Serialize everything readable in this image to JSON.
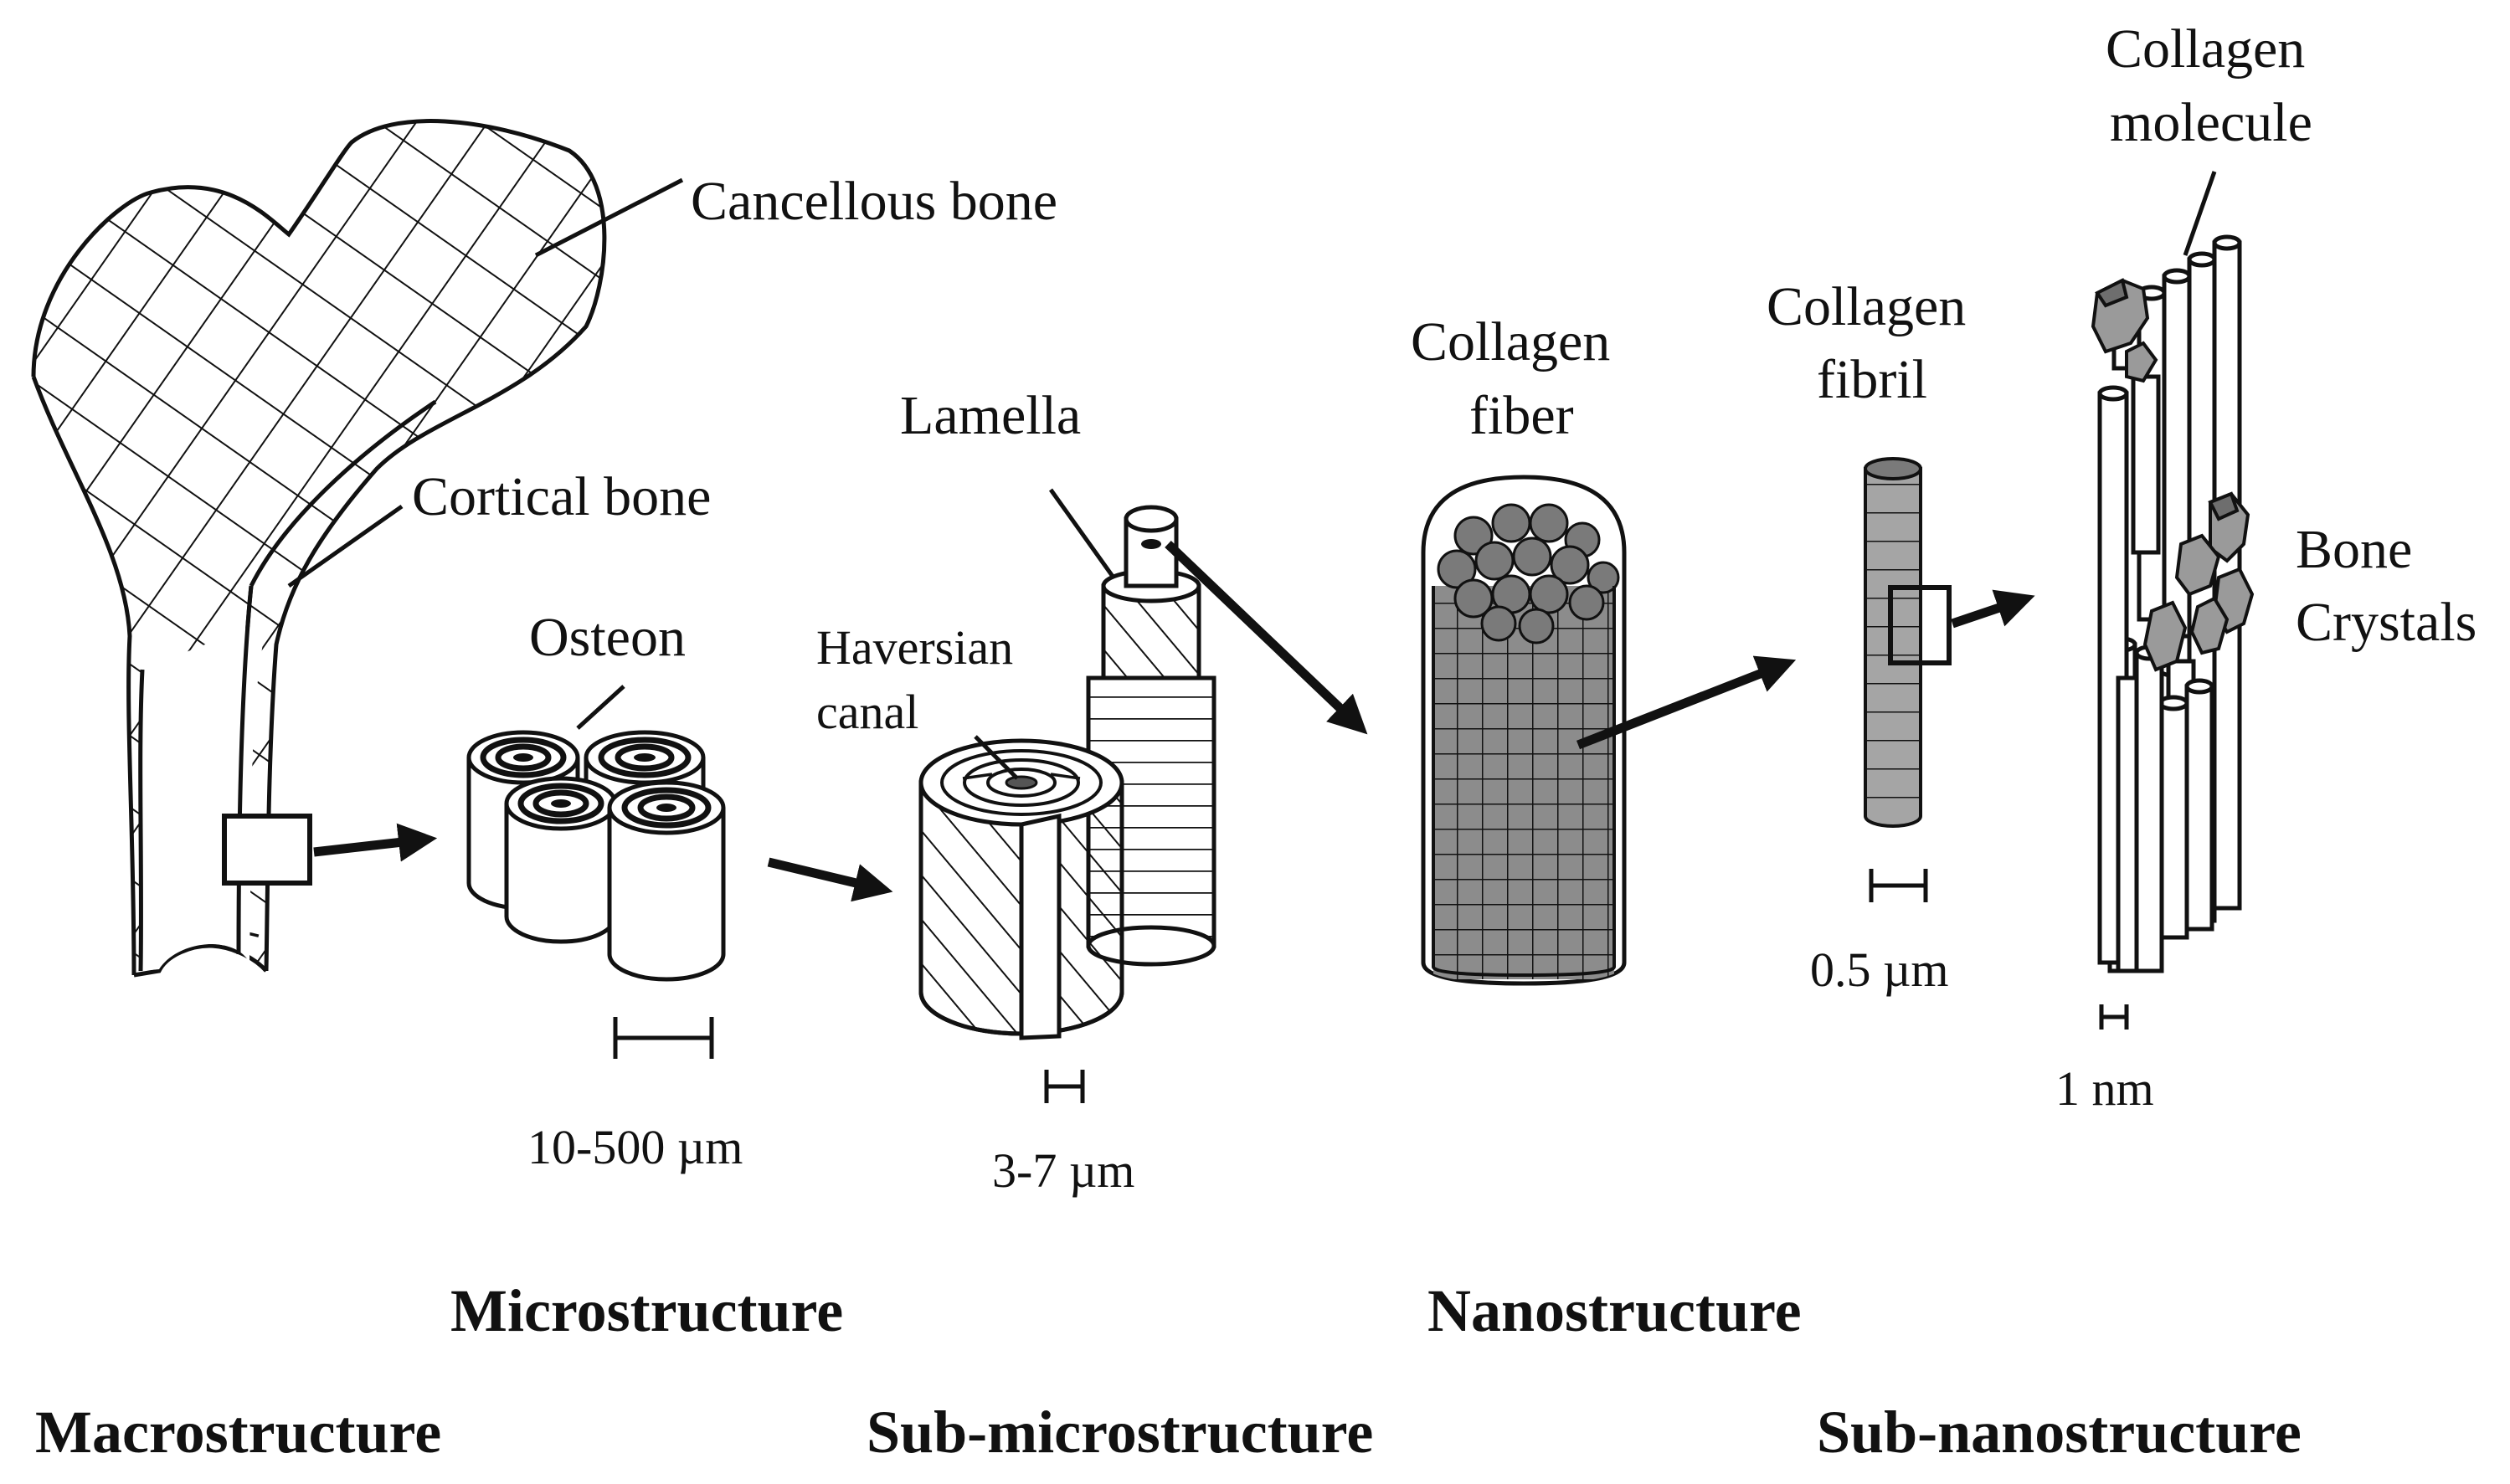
{
  "labels": {
    "cancellous_bone": "Cancellous bone",
    "cortical_bone": "Cortical bone",
    "osteon": "Osteon",
    "haversian_canal_line1": "Haversian",
    "haversian_canal_line2": "canal",
    "lamella": "Lamella",
    "collagen_fiber_line1": "Collagen",
    "collagen_fiber_line2": "fiber",
    "collagen_fibril_line1": "Collagen",
    "collagen_fibril_line2": "fibril",
    "collagen_molecule_line1": "Collagen",
    "collagen_molecule_line2": "molecule",
    "bone_crystals_line1": "Bone",
    "bone_crystals_line2": "Crystals"
  },
  "scale_bars": {
    "osteon": "10-500 µm",
    "lamella": "3-7 µm",
    "fibril": "0.5 µm",
    "molecule": "1 nm"
  },
  "levels": {
    "microstructure": "Microstructure",
    "nanostructure": "Nanostructure",
    "macrostructure": "Macrostructure",
    "sub_microstructure": "Sub-microstructure",
    "sub_nanostructure": "Sub-nanostructure"
  }
}
